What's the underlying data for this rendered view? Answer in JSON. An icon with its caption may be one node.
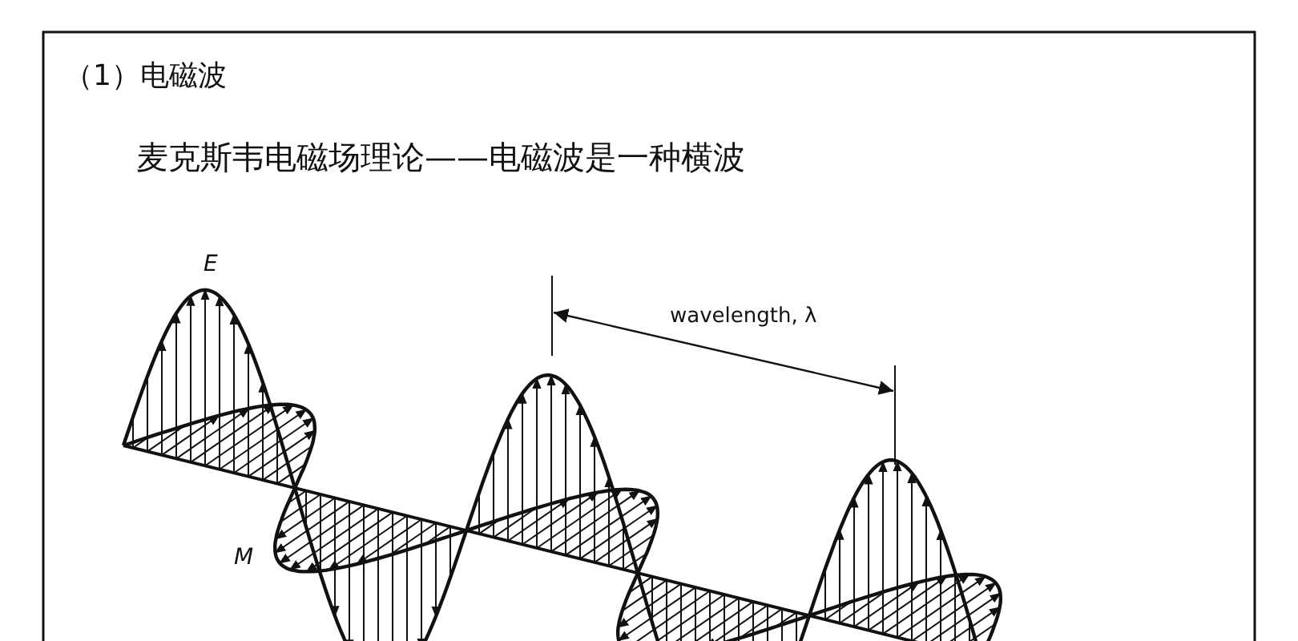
{
  "diagram": {
    "title": "（1）电磁波",
    "labels": [
      "麦克斯韦电磁场理论——电磁波是一种横波",
      "E",
      "wavelength, λ",
      "M"
    ]
  }
}
